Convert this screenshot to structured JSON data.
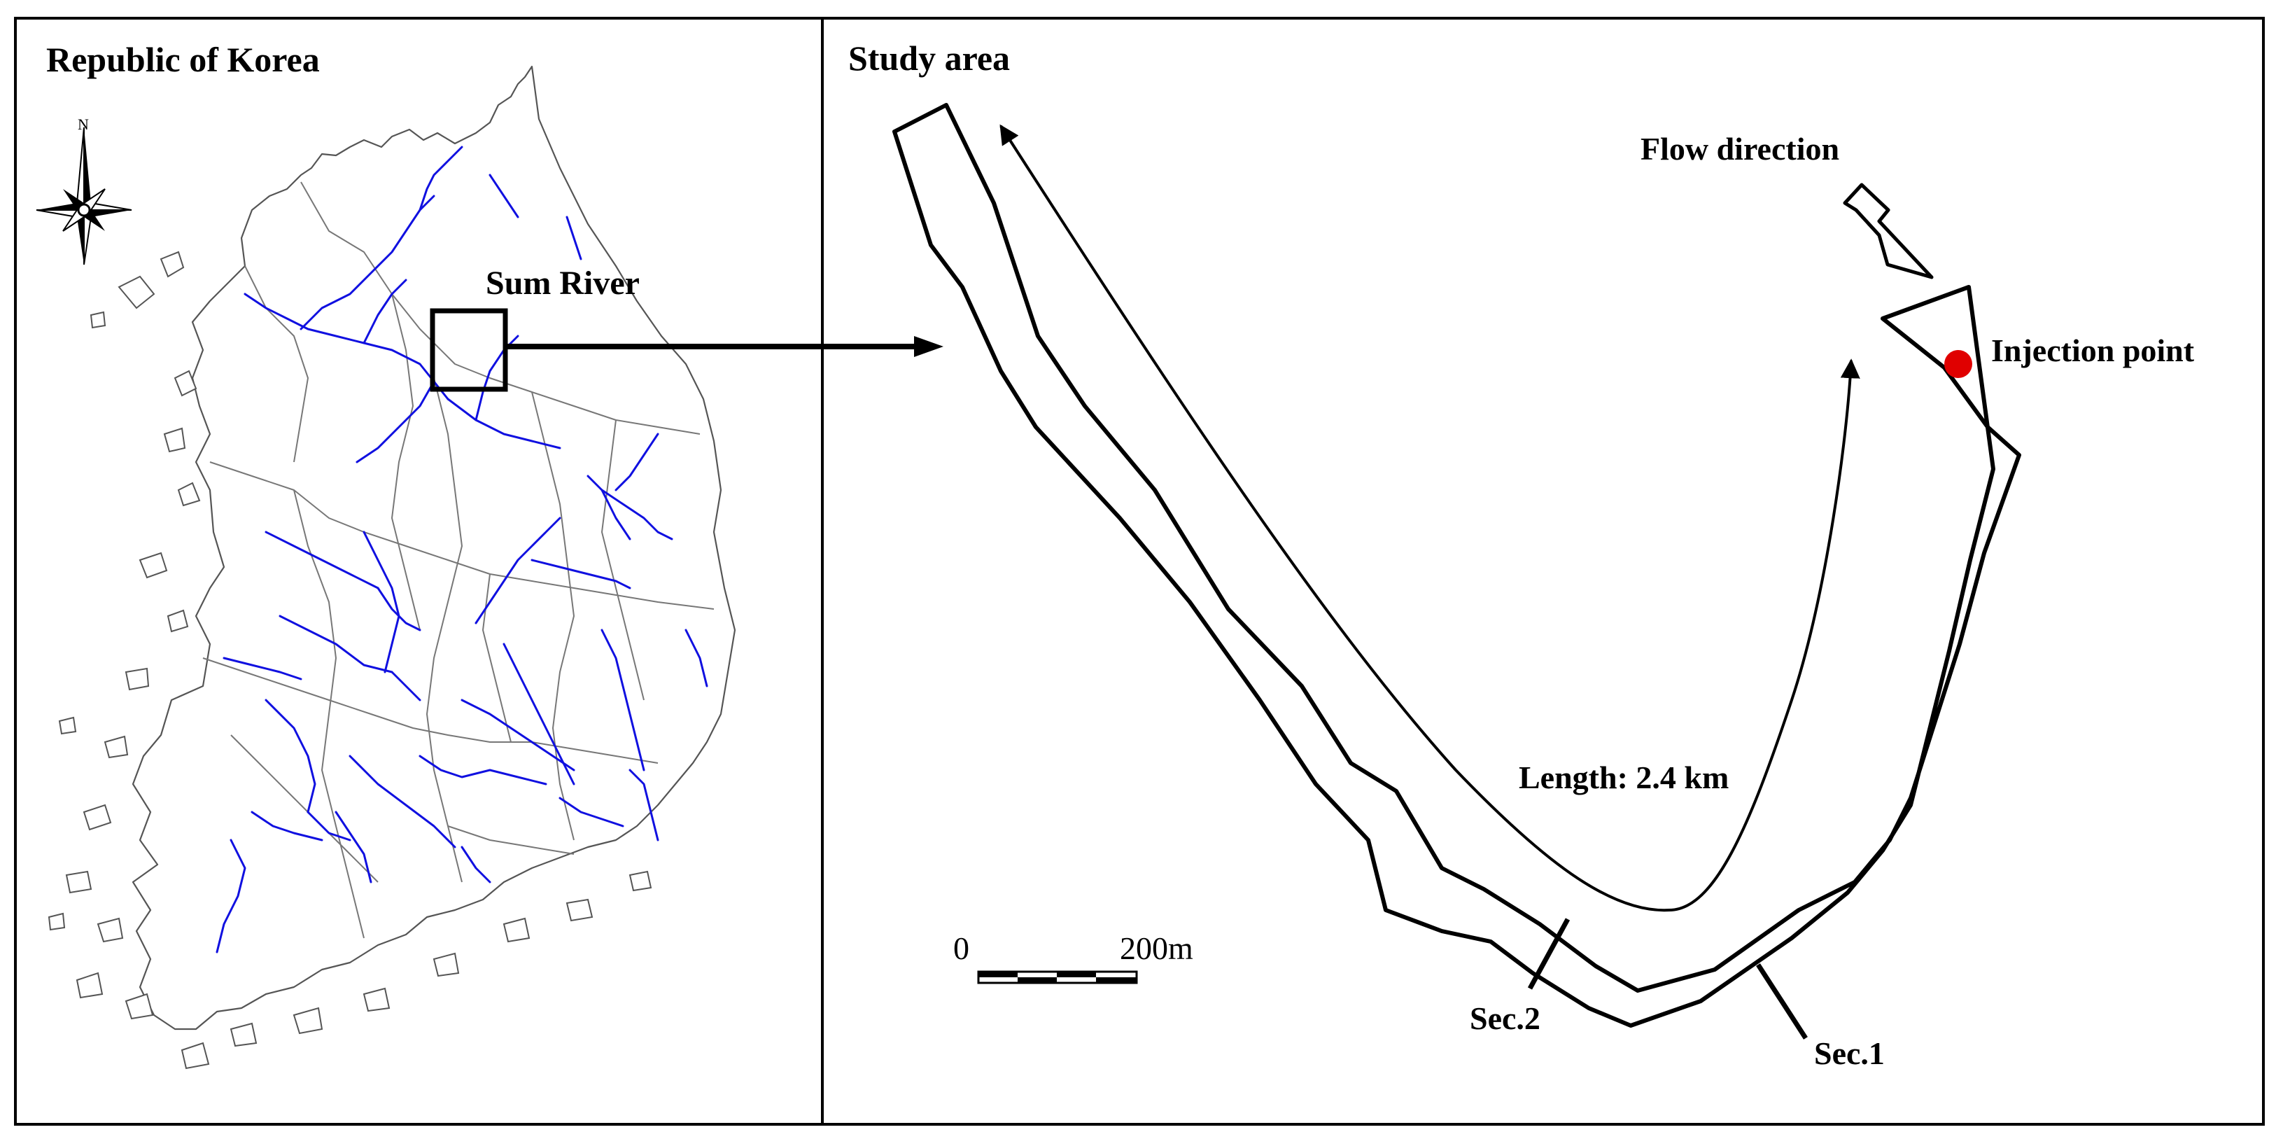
{
  "left_panel": {
    "title": "Republic of Korea",
    "compass_label": "N",
    "river_label": "Sum River"
  },
  "right_panel": {
    "title": "Study area",
    "flow_label": "Flow direction",
    "injection_label": "Injection point",
    "length_label": "Length: 2.4 km",
    "section_1": "Sec.1",
    "section_2": "Sec.2",
    "scale_zero": "0",
    "scale_end": "200m"
  },
  "colors": {
    "river": "#1010e0",
    "injection_point": "#e00000",
    "outline": "#000000"
  },
  "icons": [
    "compass-rose-icon",
    "flow-direction-arrow-icon",
    "injection-point-marker-icon"
  ]
}
